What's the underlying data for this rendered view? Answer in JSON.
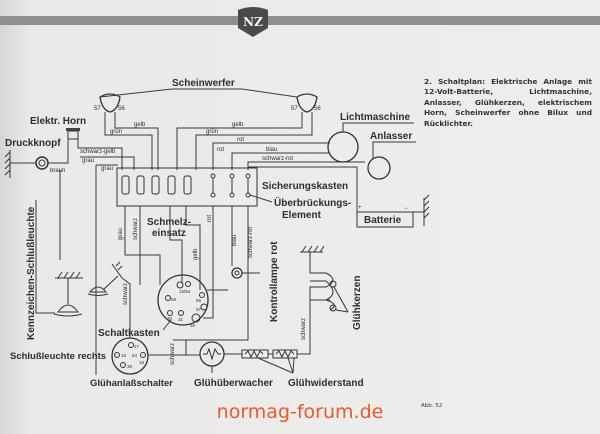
{
  "header": {
    "logo_text": "NZ"
  },
  "description": {
    "heading": "2. Schaltplan:",
    "text": "Elektrische Anlage mit 12-Volt-Batterie, Lichtmaschine, Anlasser, Glühkerzen, elektrischem Horn, Scheinwerfer ohne Bilux und Rücklichter."
  },
  "components": {
    "scheinwerfer": "Scheinwerfer",
    "horn": "Elektr. Horn",
    "druckknopf": "Druckknopf",
    "lichtmaschine": "Lichtmaschine",
    "anlasser": "Anlasser",
    "sicherungskasten": "Sicherungskasten",
    "ueberbrueckung_1": "Überbrückungs-",
    "ueberbrueckung_2": "Element",
    "batterie": "Batterie",
    "schmelz_1": "Schmelz-",
    "schmelz_2": "einsatz",
    "kontrollampe": "Kontrollampe rot",
    "schaltkasten": "Schaltkasten",
    "kennzeichen": "Kennzeichen-Schlußleuchte",
    "schlussleuchte": "Schlußleuchte rechts",
    "gluehkerzen": "Glühkerzen",
    "gluehanlass": "Glühanlaßschalter",
    "gluehueberwacher": "Glühüberwacher",
    "gluehwiderstand": "Glühwiderstand"
  },
  "wires": {
    "gelb": "gelb",
    "gruen": "grün",
    "rot": "rot",
    "blau": "blau",
    "schwarz_gelb": "schwarz-gelb",
    "grau": "grau",
    "braun": "braun",
    "schwarz_rot": "schwarz-rot",
    "schwarz": "schwarz"
  },
  "terminals": {
    "t57": "57",
    "t56": "56",
    "t15_54": "15/54",
    "t58": "58",
    "t30": "30",
    "t31": "31",
    "t17": "17",
    "t15": "15",
    "t54": "54",
    "t19": "19",
    "plus": "+",
    "minus": "−"
  },
  "figure_label": "Abb. 52",
  "watermark": "normag-forum.de"
}
